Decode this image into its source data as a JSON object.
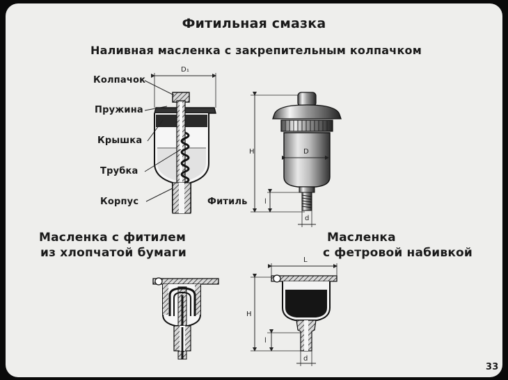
{
  "title": "Фитильная смазка",
  "subtitle": "Наливная масленка с закрепительным колпачком",
  "labels": {
    "cap": "Колпачок",
    "spring": "Пружина",
    "lid": "Крышка",
    "tube": "Трубка",
    "body": "Корпус",
    "wick": "Фитиль"
  },
  "captions": {
    "cotton_line1": "Масленка с фитилем",
    "cotton_line2": "из хлопчатой бумаги",
    "felt_line1": "Масленка",
    "felt_line2": "с фетровой набивкой"
  },
  "dimensions": {
    "d1": "D₁",
    "h": "H",
    "d_big": "D",
    "l_small": "l",
    "d_small": "d",
    "l_big": "L"
  },
  "page_number": "33"
}
